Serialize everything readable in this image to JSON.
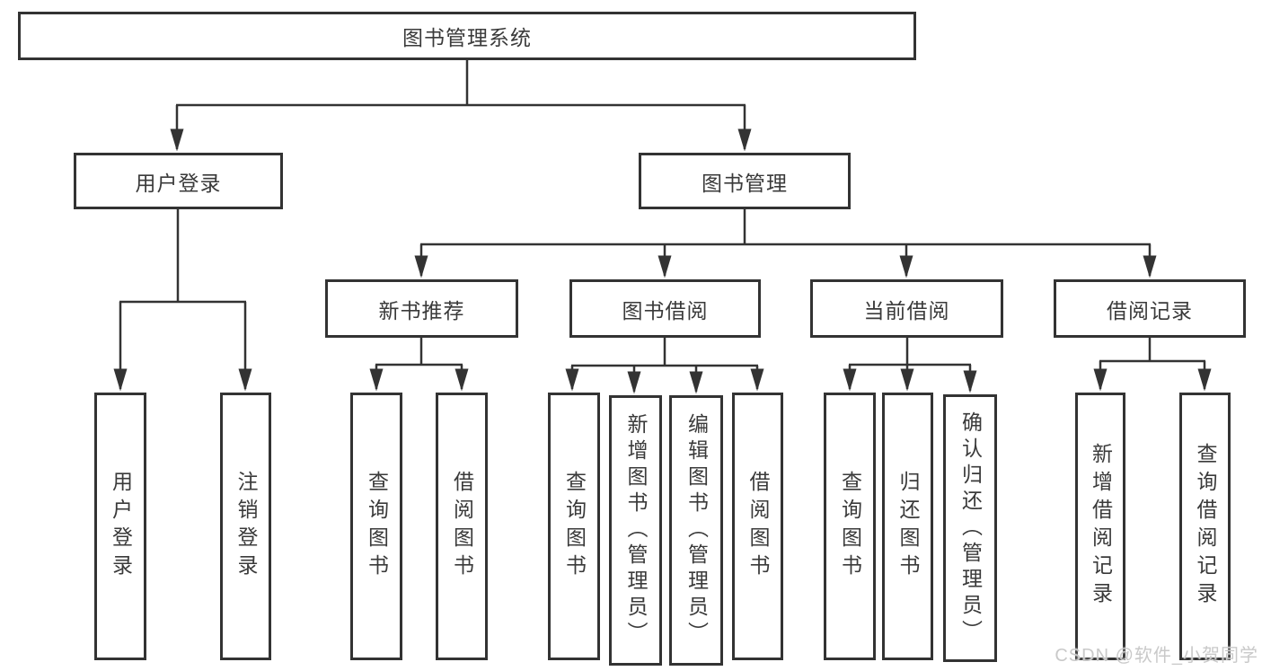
{
  "nodes": {
    "root": "图书管理系统",
    "user_login": "用户登录",
    "book_management": "图书管理",
    "new_book_recommend": "新书推荐",
    "book_borrowing": "图书借阅",
    "current_borrowing": "当前借阅",
    "borrowing_records": "借阅记录",
    "user_login_leaf": "用户登录",
    "logout": "注销登录",
    "query_books_1": "查询图书",
    "borrow_books_1": "借阅图书",
    "query_books_2": "查询图书",
    "add_books_admin": "新增图书（管理员）",
    "edit_books_admin": "编辑图书（管理员）",
    "borrow_books_2": "借阅图书",
    "query_books_3": "查询图书",
    "return_books": "归还图书",
    "confirm_return_admin": "确认归还（管理员）",
    "add_borrow_record": "新增借阅记录",
    "query_borrow_record": "查询借阅记录"
  },
  "watermark": "CSDN @软件_小贺同学",
  "colors": {
    "line": "#333333",
    "text": "#3a3a3a",
    "background": "#ffffff",
    "watermark": "#c9c9c9"
  }
}
